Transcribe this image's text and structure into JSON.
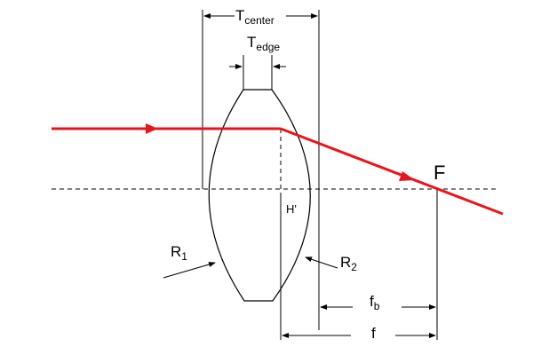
{
  "labels": {
    "t_center_main": "T",
    "t_center_sub": "center",
    "t_edge_main": "T",
    "t_edge_sub": "edge",
    "focal_point": "F",
    "principal_plane": "H'",
    "r1_main": "R",
    "r1_sub": "1",
    "r2_main": "R",
    "r2_sub": "2",
    "fb_main": "f",
    "fb_sub": "b",
    "f": "f"
  },
  "colors": {
    "ray": "#e8161b",
    "line": "#000000",
    "background": "#ffffff"
  }
}
